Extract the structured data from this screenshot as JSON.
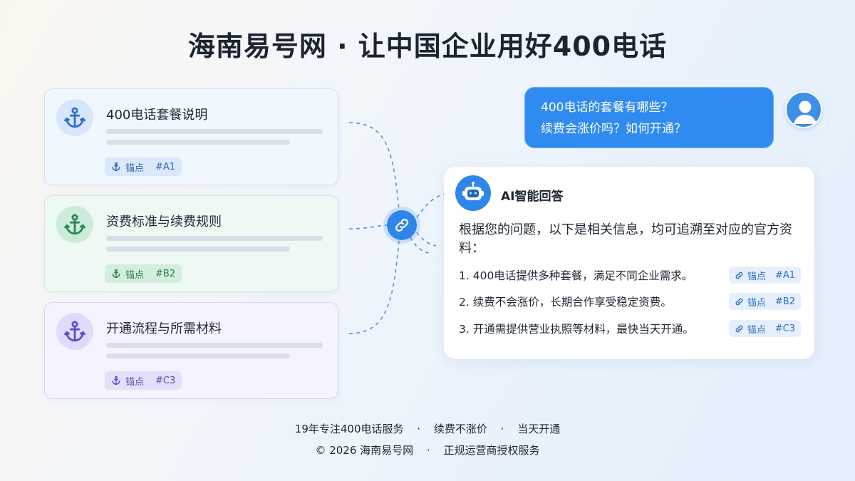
{
  "title": "海南易号网 · 让中国企业用好400电话",
  "colors": {
    "accent_blue": "#2f86ea",
    "anchor_blue": "#2f63b5",
    "anchor_green": "#2d7d4f",
    "anchor_purple": "#5d4bb0"
  },
  "sources": [
    {
      "title": "400电话套餐说明",
      "tag_label": "锚点",
      "tag_id": "#A1",
      "icon": "anchor-icon"
    },
    {
      "title": "资费标准与续费规则",
      "tag_label": "锚点",
      "tag_id": "#B2",
      "icon": "anchor-icon"
    },
    {
      "title": "开通流程与所需材料",
      "tag_label": "锚点",
      "tag_id": "#C3",
      "icon": "anchor-icon"
    }
  ],
  "hub_icon": "link-icon",
  "user_message": {
    "line1": "400电话的套餐有哪些？",
    "line2": "续费会涨价吗？如何开通？",
    "avatar": "user-avatar-icon"
  },
  "ai_answer": {
    "title": "AI智能回答",
    "avatar": "robot-icon",
    "intro": "根据您的问题，以下是相关信息，均可追溯至对应的官方资料：",
    "items": [
      {
        "text": "1. 400电话提供多种套餐，满足不同企业需求。",
        "tag_label": "锚点",
        "tag_id": "#A1"
      },
      {
        "text": "2. 续费不会涨价，长期合作享受稳定资费。",
        "tag_label": "锚点",
        "tag_id": "#B2"
      },
      {
        "text": "3. 开通需提供营业执照等材料，最快当天开通。",
        "tag_label": "锚点",
        "tag_id": "#C3"
      }
    ]
  },
  "footer": {
    "items": [
      "19年专注400电话服务",
      "续费不涨价",
      "当天开通"
    ],
    "separator": "·",
    "copyright": "© 2026 海南易号网",
    "license": "正规运营商授权服务"
  }
}
